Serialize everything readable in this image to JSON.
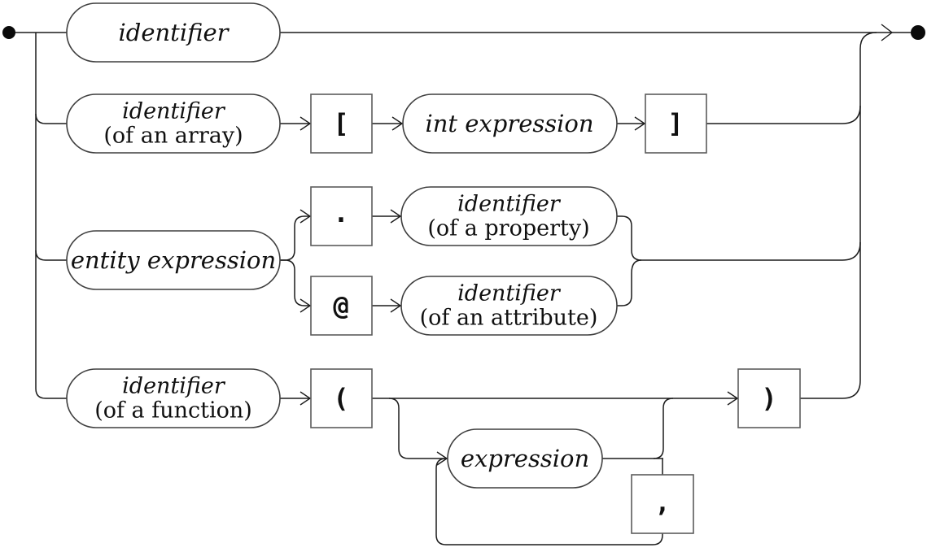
{
  "diagram": {
    "kind": "railroad-syntax-diagram",
    "colors": {
      "background": "#ffffff",
      "line": "#1b1b1b",
      "pill_border": "#3f3f3f",
      "box_border": "#5c5c5c",
      "text": "#101010"
    },
    "icons": {
      "start_terminal": "filled-circle",
      "end_terminal": "filled-circle",
      "arrowhead": "chevron-right"
    },
    "nodes": {
      "identifier": {
        "label": "identifier"
      },
      "identifier_array": {
        "line1": "identifier",
        "line2": "(of an array)"
      },
      "lbracket": {
        "label": "["
      },
      "int_expression": {
        "label": "int expression"
      },
      "rbracket": {
        "label": "]"
      },
      "entity_expression": {
        "label": "entity expression"
      },
      "dot": {
        "label": "."
      },
      "identifier_property": {
        "line1": "identifier",
        "line2": "(of a property)"
      },
      "at_sign": {
        "label": "@"
      },
      "identifier_attribute": {
        "line1": "identifier",
        "line2": "(of an attribute)"
      },
      "identifier_function": {
        "line1": "identifier",
        "line2": "(of a function)"
      },
      "lparen": {
        "label": "("
      },
      "expression": {
        "label": "expression"
      },
      "comma": {
        "label": ","
      },
      "rparen": {
        "label": ")"
      }
    }
  }
}
